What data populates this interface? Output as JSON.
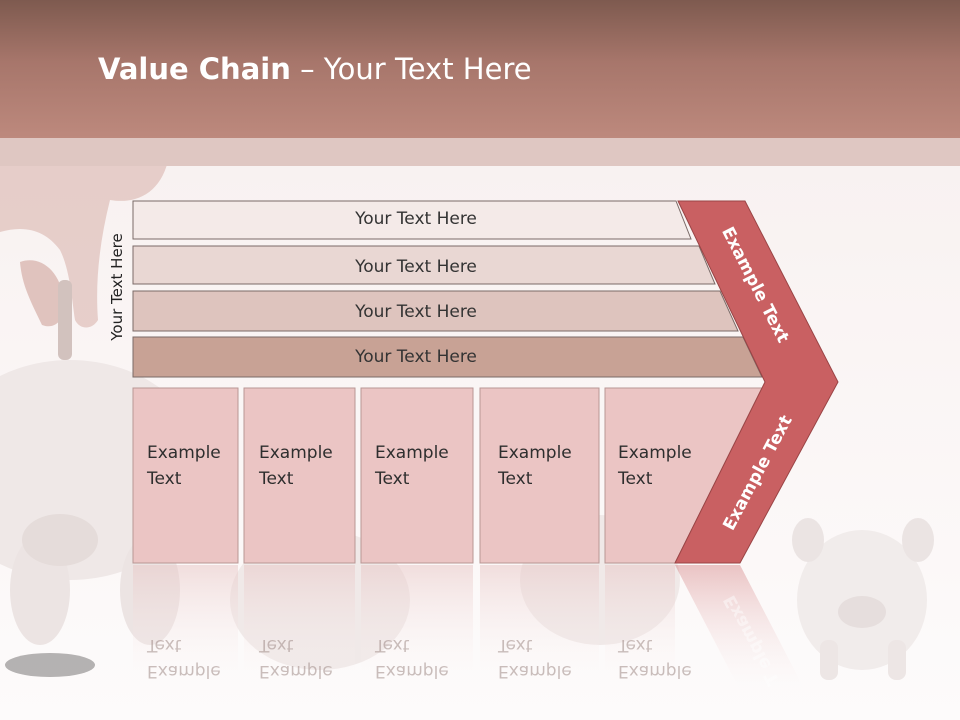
{
  "title": {
    "bold": "Value Chain",
    "rest": " – Your Text Here"
  },
  "side_label": "Your Text Here",
  "bars": [
    {
      "label": "Your Text Here",
      "fill": "#f4eae8"
    },
    {
      "label": "Your Text Here",
      "fill": "#e9d7d3"
    },
    {
      "label": "Your Text Here",
      "fill": "#dec4be"
    },
    {
      "label": "Your Text Here",
      "fill": "#c8a295"
    }
  ],
  "boxes": [
    {
      "line1": "Example",
      "line2": "Text"
    },
    {
      "line1": "Example",
      "line2": "Text"
    },
    {
      "line1": "Example",
      "line2": "Text"
    },
    {
      "line1": "Example",
      "line2": "Text"
    },
    {
      "line1": "Example",
      "line2": "Text"
    }
  ],
  "arrow": {
    "upper_label": "Example Text",
    "lower_label": "Example Text",
    "reflection_label": "Example T"
  },
  "colors": {
    "header": "#a7766b",
    "arrow": "#c96062",
    "box": "#ebc5c4",
    "box_border": "#c9a4a3"
  }
}
